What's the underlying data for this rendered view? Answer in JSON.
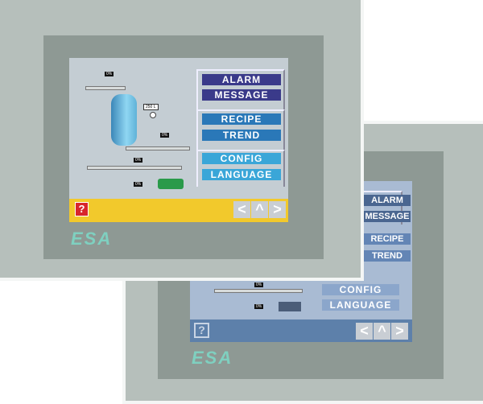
{
  "front_panel": {
    "buttons": [
      "ALARM",
      "MESSAGE",
      "RECIPE",
      "TREND",
      "CONFIG",
      "LANGUAGE"
    ],
    "tags": [
      "0%",
      "250 L",
      "0%",
      "0%",
      "0%"
    ],
    "help": "?",
    "nav": [
      "<",
      "^",
      ">"
    ],
    "logo": "ESA",
    "colors": {
      "screen": "#c4cdd3",
      "alarm": "#3a3a8a",
      "recipe": "#2a78b8",
      "config": "#3aa6d8",
      "bar": "#f2c92c"
    }
  },
  "back_panel": {
    "buttons": [
      "ALARM",
      "MESSAGE",
      "RECIPE",
      "TREND",
      "CONFIG",
      "LANGUAGE"
    ],
    "tags": [
      "0%",
      "0%"
    ],
    "help": "?",
    "nav": [
      "<",
      "^",
      ">"
    ],
    "logo": "ESA",
    "colors": {
      "screen": "#a9bbd3",
      "bar": "#5d80aa"
    }
  }
}
